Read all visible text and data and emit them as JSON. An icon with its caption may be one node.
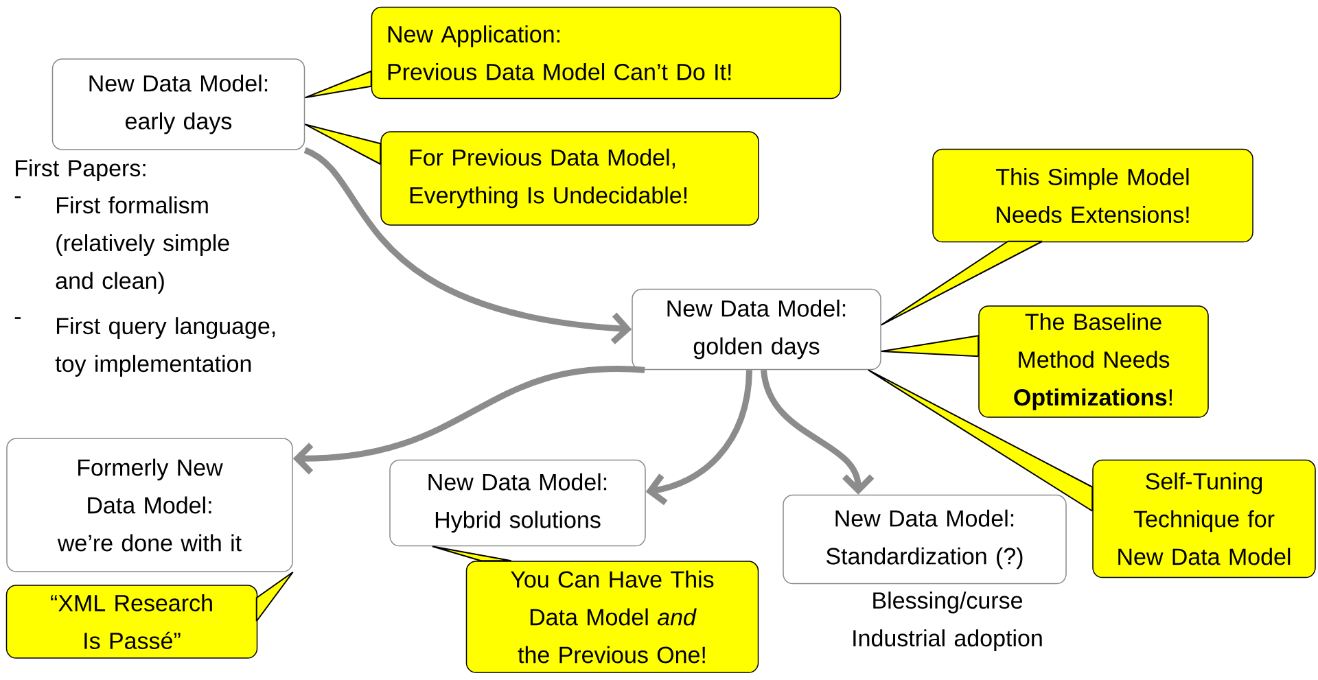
{
  "diagram": {
    "nodes": [
      {
        "text": [
          "New Data Model: early days"
        ]
      },
      {
        "text": [
          "New Application:",
          "Previous Data Model Can’t Do It!"
        ]
      },
      {
        "text": [
          "For Previous Data Model, Everything Is Undecidable!"
        ]
      },
      {
        "text": [
          "New Data Model: golden days"
        ]
      },
      {
        "text": [
          "This Simple Model Needs Extensions!"
        ]
      },
      {
        "text": [
          "The Baseline Method Needs **Optimizations**!"
        ]
      },
      {
        "text": [
          "Self-Tuning Technique for New Data Model"
        ]
      },
      {
        "text": [
          "Formerly New Data Model: we’re done with it"
        ]
      },
      {
        "text": [
          "“XML Research Is Passé”"
        ]
      },
      {
        "text": [
          "New Data Model: Hybrid solutions"
        ]
      },
      {
        "text": [
          "You Can Have This Data Model *and* the Previous One!"
        ]
      },
      {
        "text": [
          "New Data Model: Standardization (?)"
        ],
        "beside": [
          "Blessing/curse Industrial adoption"
        ]
      }
    ],
    "edges": [
      {
        "from": 0,
        "to": 3,
        "arrow": "to",
        "style": "thick",
        "color": "#8c8c8c"
      },
      {
        "from": 3,
        "to": 7,
        "arrow": "to",
        "style": "thick",
        "color": "#8c8c8c"
      },
      {
        "from": 3,
        "to": 9,
        "arrow": "to",
        "style": "thick",
        "color": "#8c8c8c"
      },
      {
        "from": 3,
        "to": 11,
        "arrow": "to",
        "style": "thick",
        "color": "#8c8c8c"
      },
      {
        "from": 1,
        "to": 0,
        "arrow": "none",
        "color": "#000000"
      },
      {
        "from": 2,
        "to": 0,
        "arrow": "none",
        "color": "#000000"
      },
      {
        "from": 4,
        "to": 3,
        "arrow": "none",
        "color": "#000000"
      },
      {
        "from": 5,
        "to": 3,
        "arrow": "none",
        "color": "#000000"
      },
      {
        "from": 6,
        "to": 3,
        "arrow": "none",
        "color": "#000000"
      },
      {
        "from": 8,
        "to": 7,
        "arrow": "none",
        "color": "#000000"
      },
      {
        "from": 10,
        "to": 9,
        "arrow": "none",
        "color": "#000000"
      }
    ],
    "labels": [
      "First Papers:",
      "-",
      "First formalism (relatively simple and clean)",
      "-",
      "First query language, toy implementation"
    ]
  }
}
